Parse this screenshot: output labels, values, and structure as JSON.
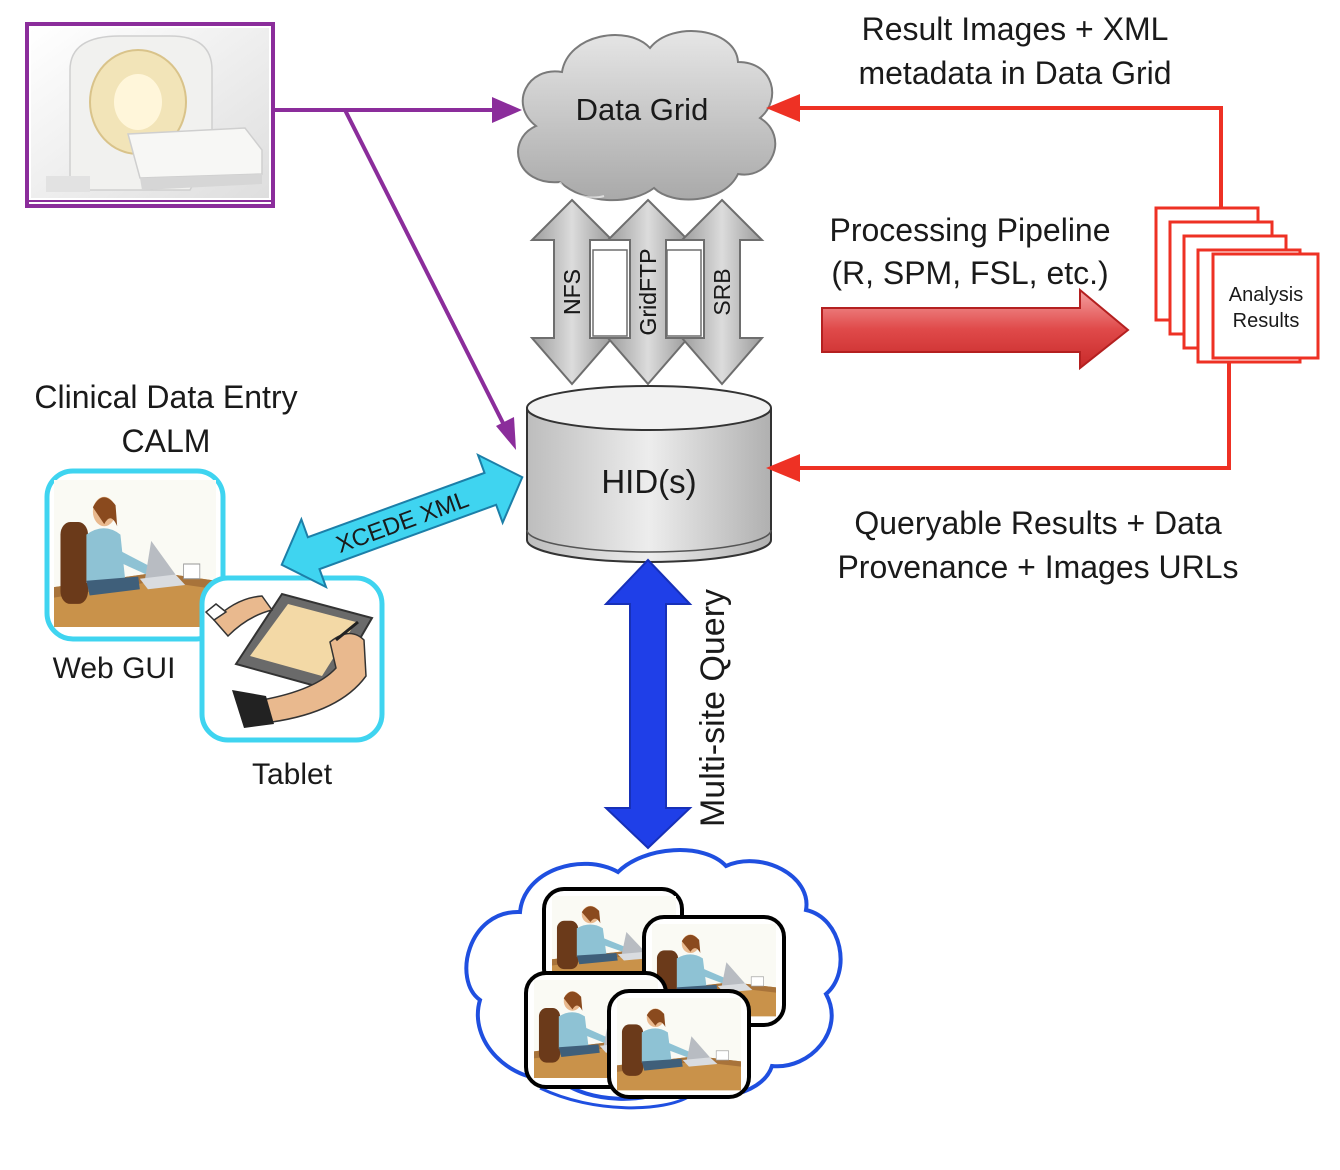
{
  "nodes": {
    "data_grid": {
      "label": "Data Grid"
    },
    "hid": {
      "label": "HID(s)"
    },
    "analysis_results": {
      "line1": "Analysis",
      "line2": "Results"
    }
  },
  "protocols": {
    "nfs": "NFS",
    "gridftp": "GridFTP",
    "srb": "SRB"
  },
  "labels": {
    "result_images_1": "Result Images + XML",
    "result_images_2": "metadata in Data Grid",
    "pipeline_1": "Processing Pipeline",
    "pipeline_2": "(R, SPM, FSL, etc.)",
    "clinical_1": "Clinical Data Entry",
    "clinical_2": "CALM",
    "xcede": "XCEDE XML",
    "queryable_1": "Queryable Results + Data",
    "queryable_2": "Provenance + Images URLs",
    "web_gui": "Web GUI",
    "tablet": "Tablet",
    "multisite": "Multi-site Query"
  },
  "colors": {
    "scanner_arrows": "#8b2d9b",
    "results_arrows": "#ee3124",
    "xcede_arrow": "#3fd4f0",
    "query_arrow": "#1f3fe8",
    "site_cloud": "#1f4fe0",
    "data_cloud": "#c8c8c8"
  },
  "icons": [
    "mri-scanner-icon",
    "person-at-laptop-icon",
    "tablet-stylus-icon"
  ]
}
